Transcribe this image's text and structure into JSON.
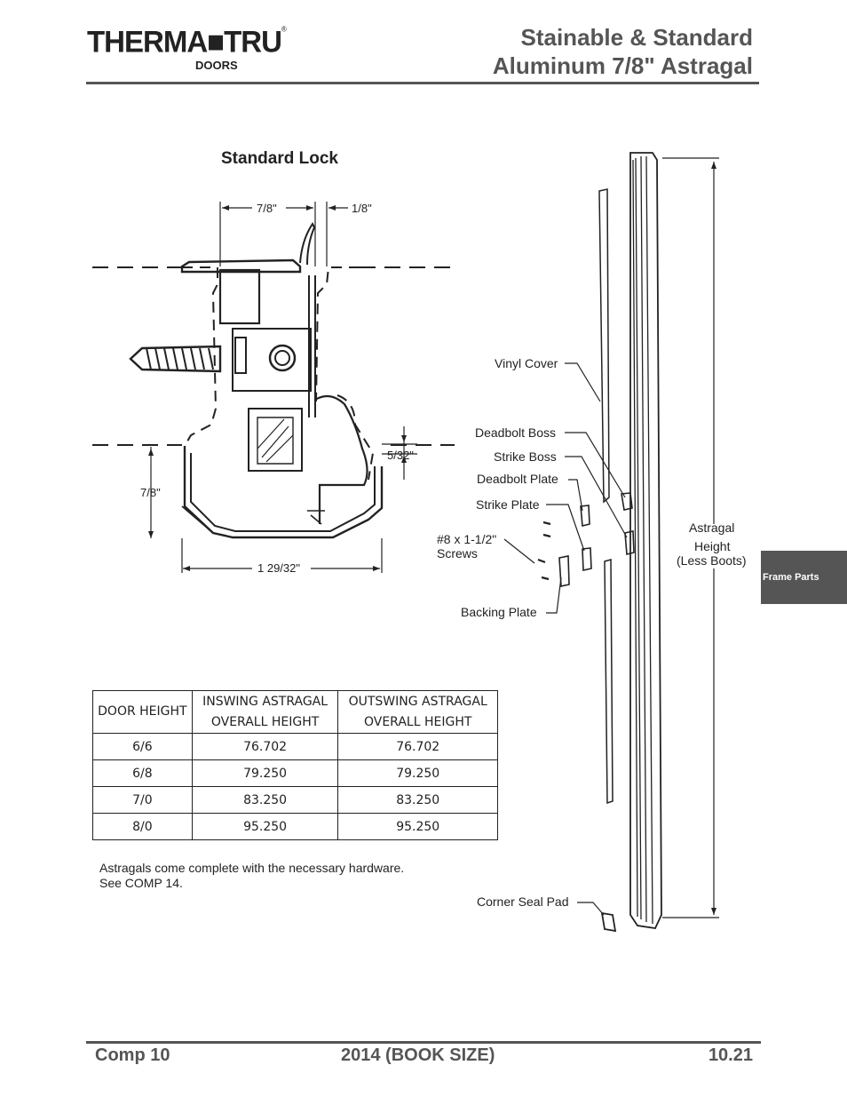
{
  "header": {
    "logo_main": "THERMA■TRU",
    "logo_reg": "®",
    "logo_sub": "DOORS",
    "title_line1": "Stainable & Standard",
    "title_line2": "Aluminum 7/8\" Astragal"
  },
  "drawing": {
    "heading": "Standard Lock",
    "dim_top_left": "7/8\"",
    "dim_top_right": "1/8\"",
    "dim_side": "5/32\"",
    "dim_height": "7/8\"",
    "dim_width": "1 29/32\""
  },
  "parts": {
    "vinyl_cover": "Vinyl Cover",
    "deadbolt_boss": "Deadbolt Boss",
    "strike_boss": "Strike Boss",
    "deadbolt_plate": "Deadbolt Plate",
    "strike_plate": "Strike Plate",
    "screws_line1": "#8 x 1-1/2\"",
    "screws_line2": "Screws",
    "backing_plate": "Backing Plate",
    "astragal_line1": "Astragal",
    "astragal_line2": "Height",
    "astragal_line3": "(Less Boots)",
    "corner_seal_pad": "Corner Seal Pad"
  },
  "table": {
    "headers": [
      "DOOR HEIGHT",
      "INSWING ASTRAGAL OVERALL HEIGHT",
      "OUTSWING ASTRAGAL OVERALL HEIGHT"
    ],
    "header_lines": {
      "inswing_1": "INSWING ASTRAGAL",
      "inswing_2": "OVERALL HEIGHT",
      "outswing_1": "OUTSWING ASTRAGAL",
      "outswing_2": "OVERALL HEIGHT"
    },
    "rows": [
      {
        "door_height": "6/6",
        "inswing": "76.702",
        "outswing": "76.702"
      },
      {
        "door_height": "6/8",
        "inswing": "79.250",
        "outswing": "79.250"
      },
      {
        "door_height": "7/0",
        "inswing": "83.250",
        "outswing": "83.250"
      },
      {
        "door_height": "8/0",
        "inswing": "95.250",
        "outswing": "95.250"
      }
    ]
  },
  "note": {
    "line1": "Astragals come complete with the necessary hardware.",
    "line2": "See COMP 14."
  },
  "side_tab": "Frame Parts",
  "footer": {
    "left": "Comp 10",
    "center": "2014 (BOOK SIZE)",
    "right": "10.21"
  }
}
